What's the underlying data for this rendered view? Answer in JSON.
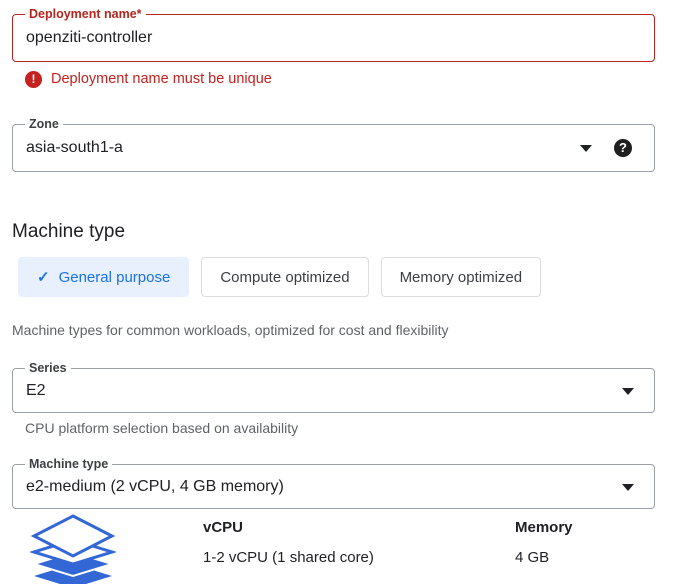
{
  "deployment_name": {
    "label": "Deployment name",
    "required_marker": "*",
    "value": "openziti-controller",
    "error": {
      "icon": "error-circle-icon",
      "text": "Deployment name must be unique"
    }
  },
  "zone": {
    "label": "Zone",
    "value": "asia-south1-a",
    "caret_icon": "chevron-down-icon",
    "help_icon": "help-circle-icon",
    "help_glyph": "?"
  },
  "machine_type_section": {
    "title": "Machine type",
    "chips": [
      {
        "label": "General purpose",
        "selected": true,
        "check_glyph": "✓"
      },
      {
        "label": "Compute optimized",
        "selected": false
      },
      {
        "label": "Memory optimized",
        "selected": false
      }
    ],
    "chips_helper": "Machine types for common workloads, optimized for cost and flexibility",
    "series": {
      "label": "Series",
      "value": "E2",
      "caret_icon": "chevron-down-icon",
      "helper": "CPU platform selection based on availability"
    },
    "machine_type": {
      "label": "Machine type",
      "value": "e2-medium (2 vCPU, 4 GB memory)",
      "caret_icon": "chevron-down-icon"
    },
    "specs": {
      "icon": "stacked-layers-icon",
      "columns": [
        {
          "header": "vCPU",
          "value": "1-2 vCPU (1 shared core)"
        },
        {
          "header": "Memory",
          "value": "4 GB"
        }
      ]
    }
  },
  "colors": {
    "accent_blue": "#1a73e8",
    "chip_selected_bg": "#e8f0fe",
    "error_red": "#c5221f",
    "error_border": "#b3261e",
    "field_border": "#9aa0a6",
    "helper_gray": "#5f6368"
  }
}
